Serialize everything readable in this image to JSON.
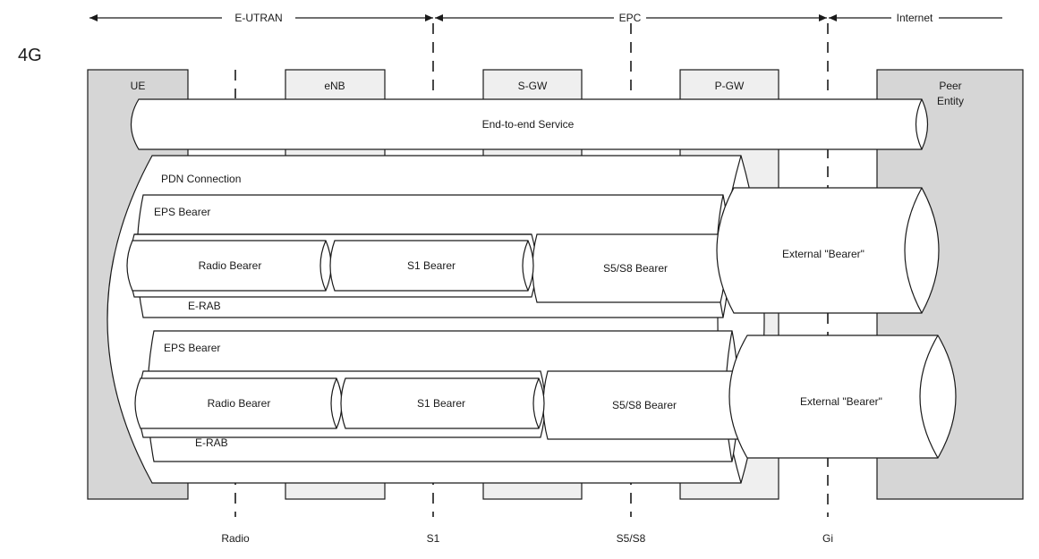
{
  "generation_label": "4G",
  "domains": {
    "eutran": "E-UTRAN",
    "epc": "EPC",
    "internet": "Internet"
  },
  "nodes": {
    "ue": "UE",
    "enb": "eNB",
    "sgw": "S-GW",
    "pgw": "P-GW",
    "peer_line1": "Peer",
    "peer_line2": "Entity"
  },
  "service": "End-to-end Service",
  "pdn_connection": "PDN Connection",
  "bearer_groups": [
    {
      "eps_bearer": "EPS Bearer",
      "radio_bearer": "Radio Bearer",
      "s1_bearer": "S1 Bearer",
      "s5s8_bearer": "S5/S8 Bearer",
      "erab": "E-RAB",
      "external_bearer": "External \"Bearer\""
    },
    {
      "eps_bearer": "EPS Bearer",
      "radio_bearer": "Radio Bearer",
      "s1_bearer": "S1 Bearer",
      "s5s8_bearer": "S5/S8 Bearer",
      "erab": "E-RAB",
      "external_bearer": "External \"Bearer\""
    }
  ],
  "interfaces": {
    "radio": "Radio",
    "s1": "S1",
    "s5s8": "S5/S8",
    "gi": "Gi"
  }
}
